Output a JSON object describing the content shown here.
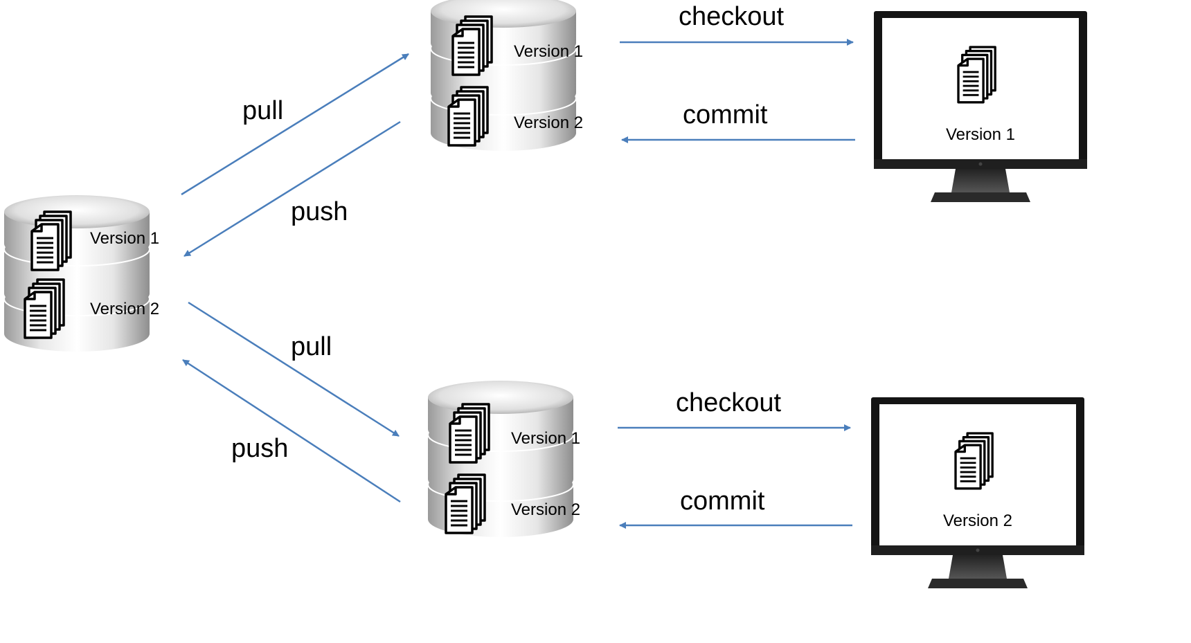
{
  "colors": {
    "arrow": "#4a7ebb",
    "db_light": "#f4f4f4",
    "db_dark": "#9a9a9a",
    "monitor_frame": "#111111",
    "doc_stroke": "#000000"
  },
  "central_repo": {
    "icon": "database-icon",
    "layers": [
      {
        "label": "Version 1",
        "icon": "documents-icon"
      },
      {
        "label": "Version 2",
        "icon": "documents-icon"
      }
    ]
  },
  "remote_repos": [
    {
      "icon": "database-icon",
      "layers": [
        {
          "label": "Version 1",
          "icon": "documents-icon"
        },
        {
          "label": "Version 2",
          "icon": "documents-icon"
        }
      ],
      "pull_label": "pull",
      "push_label": "push",
      "checkout_label": "checkout",
      "commit_label": "commit",
      "workstation": {
        "icon": "monitor-icon",
        "label": "Version 1"
      }
    },
    {
      "icon": "database-icon",
      "layers": [
        {
          "label": "Version 1",
          "icon": "documents-icon"
        },
        {
          "label": "Version 2",
          "icon": "documents-icon"
        }
      ],
      "pull_label": "pull",
      "push_label": "push",
      "checkout_label": "checkout",
      "commit_label": "commit",
      "workstation": {
        "icon": "monitor-icon",
        "label": "Version 2"
      }
    }
  ]
}
